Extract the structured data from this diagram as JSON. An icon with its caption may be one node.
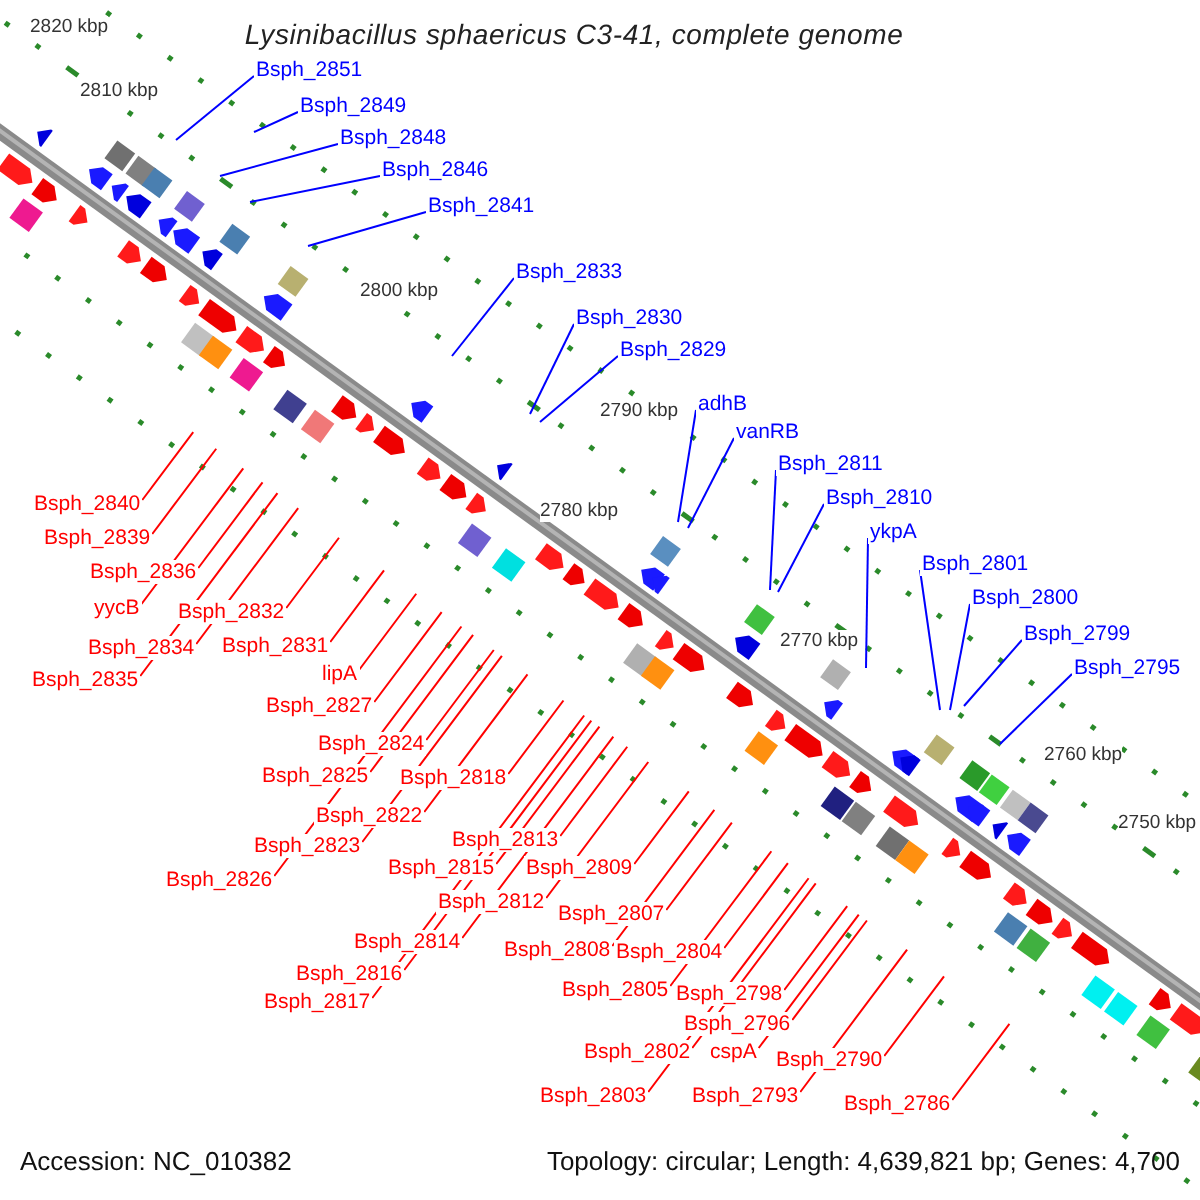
{
  "diagram": {
    "title": "Lysinibacillus sphaericus C3-41, complete genome",
    "nodes": [
      {
        "text": [
          "Bsph_2851"
        ]
      },
      {
        "text": [
          "Bsph_2849"
        ]
      },
      {
        "text": [
          "Bsph_2848"
        ]
      },
      {
        "text": [
          "Bsph_2846"
        ]
      },
      {
        "text": [
          "Bsph_2841"
        ]
      },
      {
        "text": [
          "Bsph_2833"
        ]
      },
      {
        "text": [
          "Bsph_2830"
        ]
      },
      {
        "text": [
          "Bsph_2829"
        ]
      },
      {
        "text": [
          "adhB"
        ]
      },
      {
        "text": [
          "vanRB"
        ]
      },
      {
        "text": [
          "Bsph_2811"
        ]
      },
      {
        "text": [
          "Bsph_2810"
        ]
      },
      {
        "text": [
          "ykpA"
        ]
      },
      {
        "text": [
          "Bsph_2801"
        ]
      },
      {
        "text": [
          "Bsph_2800"
        ]
      },
      {
        "text": [
          "Bsph_2799"
        ]
      },
      {
        "text": [
          "Bsph_2795"
        ]
      },
      {
        "text": [
          "Bsph_2840"
        ]
      },
      {
        "text": [
          "Bsph_2839"
        ]
      },
      {
        "text": [
          "Bsph_2836"
        ]
      },
      {
        "text": [
          "yycB"
        ]
      },
      {
        "text": [
          "Bsph_2832"
        ]
      },
      {
        "text": [
          "Bsph_2834"
        ]
      },
      {
        "text": [
          "Bsph_2831"
        ]
      },
      {
        "text": [
          "Bsph_2835"
        ]
      },
      {
        "text": [
          "lipA"
        ]
      },
      {
        "text": [
          "Bsph_2827"
        ]
      },
      {
        "text": [
          "Bsph_2824"
        ]
      },
      {
        "text": [
          "Bsph_2825"
        ]
      },
      {
        "text": [
          "Bsph_2818"
        ]
      },
      {
        "text": [
          "Bsph_2822"
        ]
      },
      {
        "text": [
          "Bsph_2823"
        ]
      },
      {
        "text": [
          "Bsph_2813"
        ]
      },
      {
        "text": [
          "Bsph_2815"
        ]
      },
      {
        "text": [
          "Bsph_2809"
        ]
      },
      {
        "text": [
          "Bsph_2826"
        ]
      },
      {
        "text": [
          "Bsph_2812"
        ]
      },
      {
        "text": [
          "Bsph_2807"
        ]
      },
      {
        "text": [
          "Bsph_2814"
        ]
      },
      {
        "text": [
          "Bsph_2808"
        ]
      },
      {
        "text": [
          "Bsph_2804"
        ]
      },
      {
        "text": [
          "Bsph_2816"
        ]
      },
      {
        "text": [
          "Bsph_2805"
        ]
      },
      {
        "text": [
          "Bsph_2798"
        ]
      },
      {
        "text": [
          "Bsph_2817"
        ]
      },
      {
        "text": [
          "Bsph_2796"
        ]
      },
      {
        "text": [
          "Bsph_2802"
        ]
      },
      {
        "text": [
          "cspA"
        ]
      },
      {
        "text": [
          "Bsph_2790"
        ]
      },
      {
        "text": [
          "Bsph_2803"
        ]
      },
      {
        "text": [
          "Bsph_2793"
        ]
      },
      {
        "text": [
          "Bsph_2786"
        ]
      }
    ],
    "edges": [
      {
        "from": 0,
        "to": null,
        "arrow": "none",
        "color": "#0000ff"
      },
      {
        "from": 1,
        "to": null,
        "arrow": "none",
        "color": "#0000ff"
      },
      {
        "from": 2,
        "to": null,
        "arrow": "none",
        "color": "#0000ff"
      },
      {
        "from": 3,
        "to": null,
        "arrow": "none",
        "color": "#0000ff"
      },
      {
        "from": 4,
        "to": null,
        "arrow": "none",
        "color": "#0000ff"
      },
      {
        "from": 5,
        "to": null,
        "arrow": "none",
        "color": "#0000ff"
      },
      {
        "from": 6,
        "to": null,
        "arrow": "none",
        "color": "#0000ff"
      },
      {
        "from": 7,
        "to": null,
        "arrow": "none",
        "color": "#0000ff"
      },
      {
        "from": 8,
        "to": null,
        "arrow": "none",
        "color": "#0000ff"
      },
      {
        "from": 9,
        "to": null,
        "arrow": "none",
        "color": "#0000ff"
      },
      {
        "from": 10,
        "to": null,
        "arrow": "none",
        "color": "#0000ff"
      },
      {
        "from": 11,
        "to": null,
        "arrow": "none",
        "color": "#0000ff"
      },
      {
        "from": 12,
        "to": null,
        "arrow": "none",
        "color": "#0000ff"
      },
      {
        "from": 13,
        "to": null,
        "arrow": "none",
        "color": "#0000ff"
      },
      {
        "from": 14,
        "to": null,
        "arrow": "none",
        "color": "#0000ff"
      },
      {
        "from": 15,
        "to": null,
        "arrow": "none",
        "color": "#0000ff"
      },
      {
        "from": 16,
        "to": null,
        "arrow": "none",
        "color": "#0000ff"
      },
      {
        "from": 17,
        "to": null,
        "arrow": "none"
      },
      {
        "from": 18,
        "to": null,
        "arrow": "none"
      },
      {
        "from": 19,
        "to": null,
        "arrow": "none"
      },
      {
        "from": 20,
        "to": null,
        "arrow": "none"
      },
      {
        "from": 21,
        "to": null,
        "arrow": "none"
      },
      {
        "from": 22,
        "to": null,
        "arrow": "none"
      },
      {
        "from": 23,
        "to": null,
        "arrow": "none"
      },
      {
        "from": 24,
        "to": null,
        "arrow": "none"
      },
      {
        "from": 25,
        "to": null,
        "arrow": "none"
      },
      {
        "from": 26,
        "to": null,
        "arrow": "none"
      },
      {
        "from": 27,
        "to": null,
        "arrow": "none"
      },
      {
        "from": 28,
        "to": null,
        "arrow": "none"
      },
      {
        "from": 29,
        "to": null,
        "arrow": "none"
      },
      {
        "from": 30,
        "to": null,
        "arrow": "none"
      },
      {
        "from": 31,
        "to": null,
        "arrow": "none"
      },
      {
        "from": 32,
        "to": null,
        "arrow": "none"
      },
      {
        "from": 33,
        "to": null,
        "arrow": "none"
      },
      {
        "from": 34,
        "to": null,
        "arrow": "none"
      },
      {
        "from": 35,
        "to": null,
        "arrow": "none"
      },
      {
        "from": 36,
        "to": null,
        "arrow": "none"
      },
      {
        "from": 37,
        "to": null,
        "arrow": "none"
      },
      {
        "from": 38,
        "to": null,
        "arrow": "none"
      },
      {
        "from": 39,
        "to": null,
        "arrow": "none"
      },
      {
        "from": 40,
        "to": null,
        "arrow": "none"
      },
      {
        "from": 41,
        "to": null,
        "arrow": "none"
      },
      {
        "from": 42,
        "to": null,
        "arrow": "none"
      },
      {
        "from": 43,
        "to": null,
        "arrow": "none"
      },
      {
        "from": 44,
        "to": null,
        "arrow": "none"
      },
      {
        "from": 45,
        "to": null,
        "arrow": "none"
      },
      {
        "from": 46,
        "to": null,
        "arrow": "none"
      },
      {
        "from": 47,
        "to": null,
        "arrow": "none"
      },
      {
        "from": 48,
        "to": null,
        "arrow": "none"
      },
      {
        "from": 49,
        "to": null,
        "arrow": "none"
      },
      {
        "from": 50,
        "to": null,
        "arrow": "none"
      },
      {
        "from": 51,
        "to": null,
        "arrow": "none"
      }
    ],
    "labels": [
      "2820 kbp",
      "2810 kbp",
      "2800 kbp",
      "2790 kbp",
      "2780 kbp",
      "2770 kbp",
      "2760 kbp",
      "2750 kbp",
      "Accession: NC_010382",
      "Topology: circular; Length: 4,639,821 bp; Genes: 4,700"
    ]
  }
}
